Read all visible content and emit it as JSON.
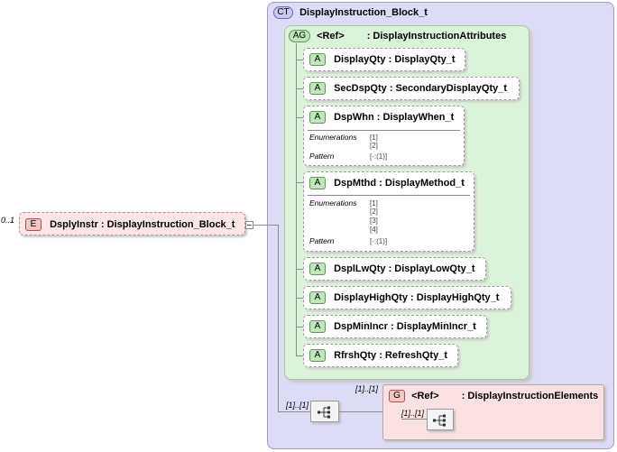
{
  "element": {
    "cardinality": "0..1",
    "tag": "E",
    "name": "DsplyInstr",
    "type": ": DisplayInstruction_Block_t"
  },
  "complex_type": {
    "tag": "CT",
    "name": "DisplayInstruction_Block_t"
  },
  "attribute_group": {
    "tag": "AG",
    "name": "<Ref>",
    "type": ": DisplayInstructionAttributes"
  },
  "attributes": [
    {
      "tag": "A",
      "name": "DisplayQty",
      "type": ": DisplayQty_t"
    },
    {
      "tag": "A",
      "name": "SecDspQty",
      "type": ": SecondaryDisplayQty_t"
    },
    {
      "tag": "A",
      "name": "DspWhn",
      "type": ": DisplayWhen_t",
      "facets": {
        "enum_label": "Enumerations",
        "enums": [
          "[1]",
          "[2]"
        ],
        "pattern_label": "Pattern",
        "pattern": "[-:(1)]"
      }
    },
    {
      "tag": "A",
      "name": "DspMthd",
      "type": ": DisplayMethod_t",
      "facets": {
        "enum_label": "Enumerations",
        "enums": [
          "[1]",
          "[2]",
          "[3]",
          "[4]"
        ],
        "pattern_label": "Pattern",
        "pattern": "[-:(1)]"
      }
    },
    {
      "tag": "A",
      "name": "DsplLwQty",
      "type": ": DisplayLowQty_t"
    },
    {
      "tag": "A",
      "name": "DisplayHighQty",
      "type": ": DisplayHighQty_t"
    },
    {
      "tag": "A",
      "name": "DspMinIncr",
      "type": ": DisplayMinIncr_t"
    },
    {
      "tag": "A",
      "name": "RfrshQty",
      "type": ": RefreshQty_t"
    }
  ],
  "sequence": {
    "cardinality": "[1]..[1]"
  },
  "group": {
    "cardinality": "[1]..[1]",
    "tag": "G",
    "name": "<Ref>",
    "type": ": DisplayInstructionElements",
    "inner_cardinality": "[1]..[1]"
  }
}
